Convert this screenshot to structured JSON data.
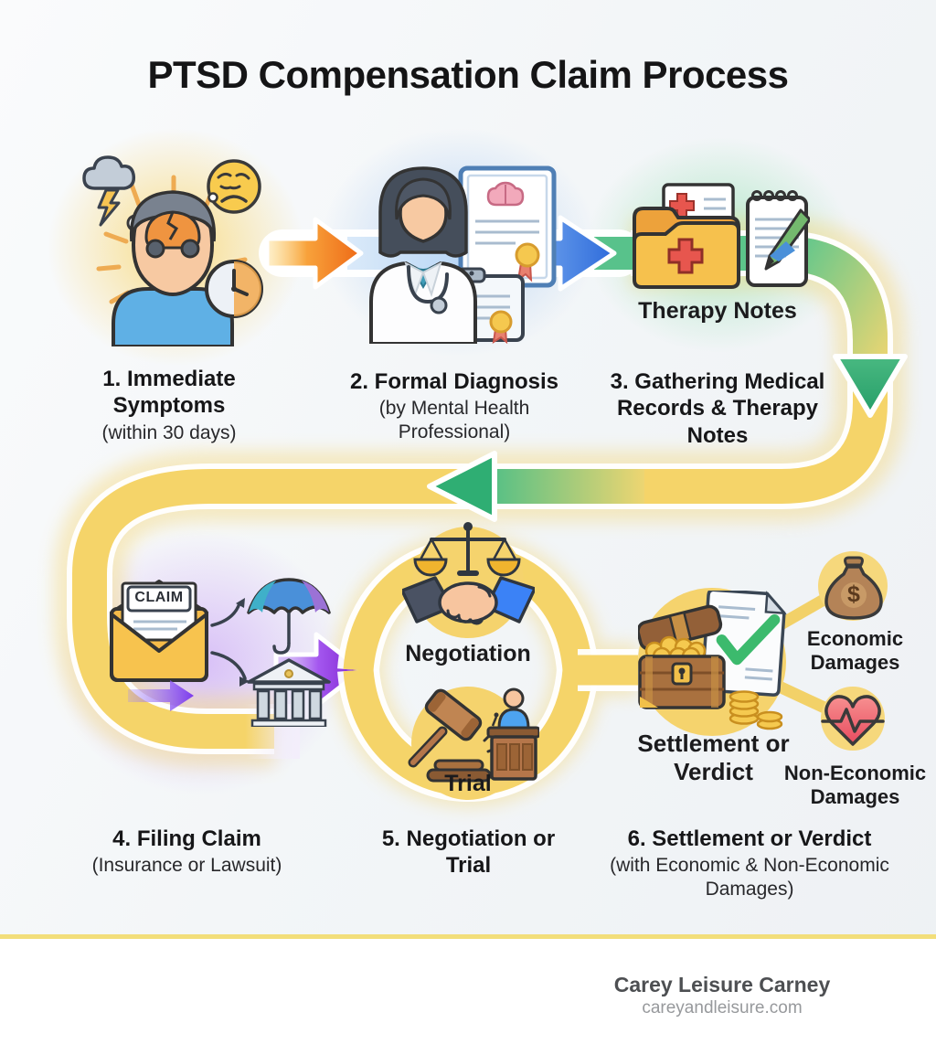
{
  "title": "PTSD Compensation Claim Process",
  "steps": {
    "s1": {
      "label": "1. Immediate Symptoms",
      "sub": "(within 30 days)"
    },
    "s2": {
      "label": "2. Formal Diagnosis",
      "sub": "(by Mental Health Professional)"
    },
    "s3": {
      "label": "3. Gathering Medical Records & Therapy Notes",
      "caption": "Therapy Notes"
    },
    "s4": {
      "label": "4. Filing Claim",
      "sub": "(Insurance or Lawsuit)",
      "claim_text": "CLAIM"
    },
    "s5": {
      "label": "5. Negotiation or Trial",
      "option_a": "Negotiation",
      "option_b": "Trial"
    },
    "s6": {
      "label": "6. Settlement or Verdict",
      "sub": "(with Economic & Non-Economic Damages)",
      "caption": "Settlement or Verdict",
      "outcome_a": "Economic Damages",
      "outcome_b": "Non-Economic Damages",
      "dollar": "$"
    }
  },
  "footer": {
    "name": "Carey Leisure Carney",
    "site": "careyandleisure.com"
  },
  "colors": {
    "background": "#f1f4f6",
    "path_yellow": "#f5d469",
    "arrow_orange": "#ee6a17",
    "arrow_blue": "#2e6bdb",
    "arrow_green": "#2fae73",
    "arrow_purple": "#7d22ce",
    "divider_yellow": "#f2de7a",
    "text_dark": "#1b1b1d",
    "footer_name": "#4d4f52",
    "footer_site": "#97999c"
  },
  "icons": {
    "storm-cloud-icon": "cloud+lightning shape",
    "sad-face-icon": "frowning emoji shape",
    "clock-icon": "clock shape",
    "stressed-person-icon": "person with cracked forehead",
    "doctor-icon": "clinician with stethoscope",
    "certificate-icon": "framed diploma with seal",
    "clipboard-icon": "clipboard with seal",
    "medical-folder-icon": "folder with red cross",
    "notepad-pen-icon": "spiral notepad with pen",
    "claim-envelope-icon": "envelope with claim letter",
    "umbrella-icon": "insurance umbrella",
    "bank-icon": "courthouse columns",
    "scales-icon": "scales of justice",
    "handshake-icon": "two hands shaking",
    "gavel-icon": "judge gavel and block",
    "judge-bench-icon": "judge at bench",
    "treasure-chest-icon": "chest of gold coins",
    "check-document-icon": "document with green check",
    "coin-stack-icon": "stacked coins",
    "money-bag-icon": "money bag with dollar",
    "heart-pulse-icon": "heart with EKG line"
  }
}
